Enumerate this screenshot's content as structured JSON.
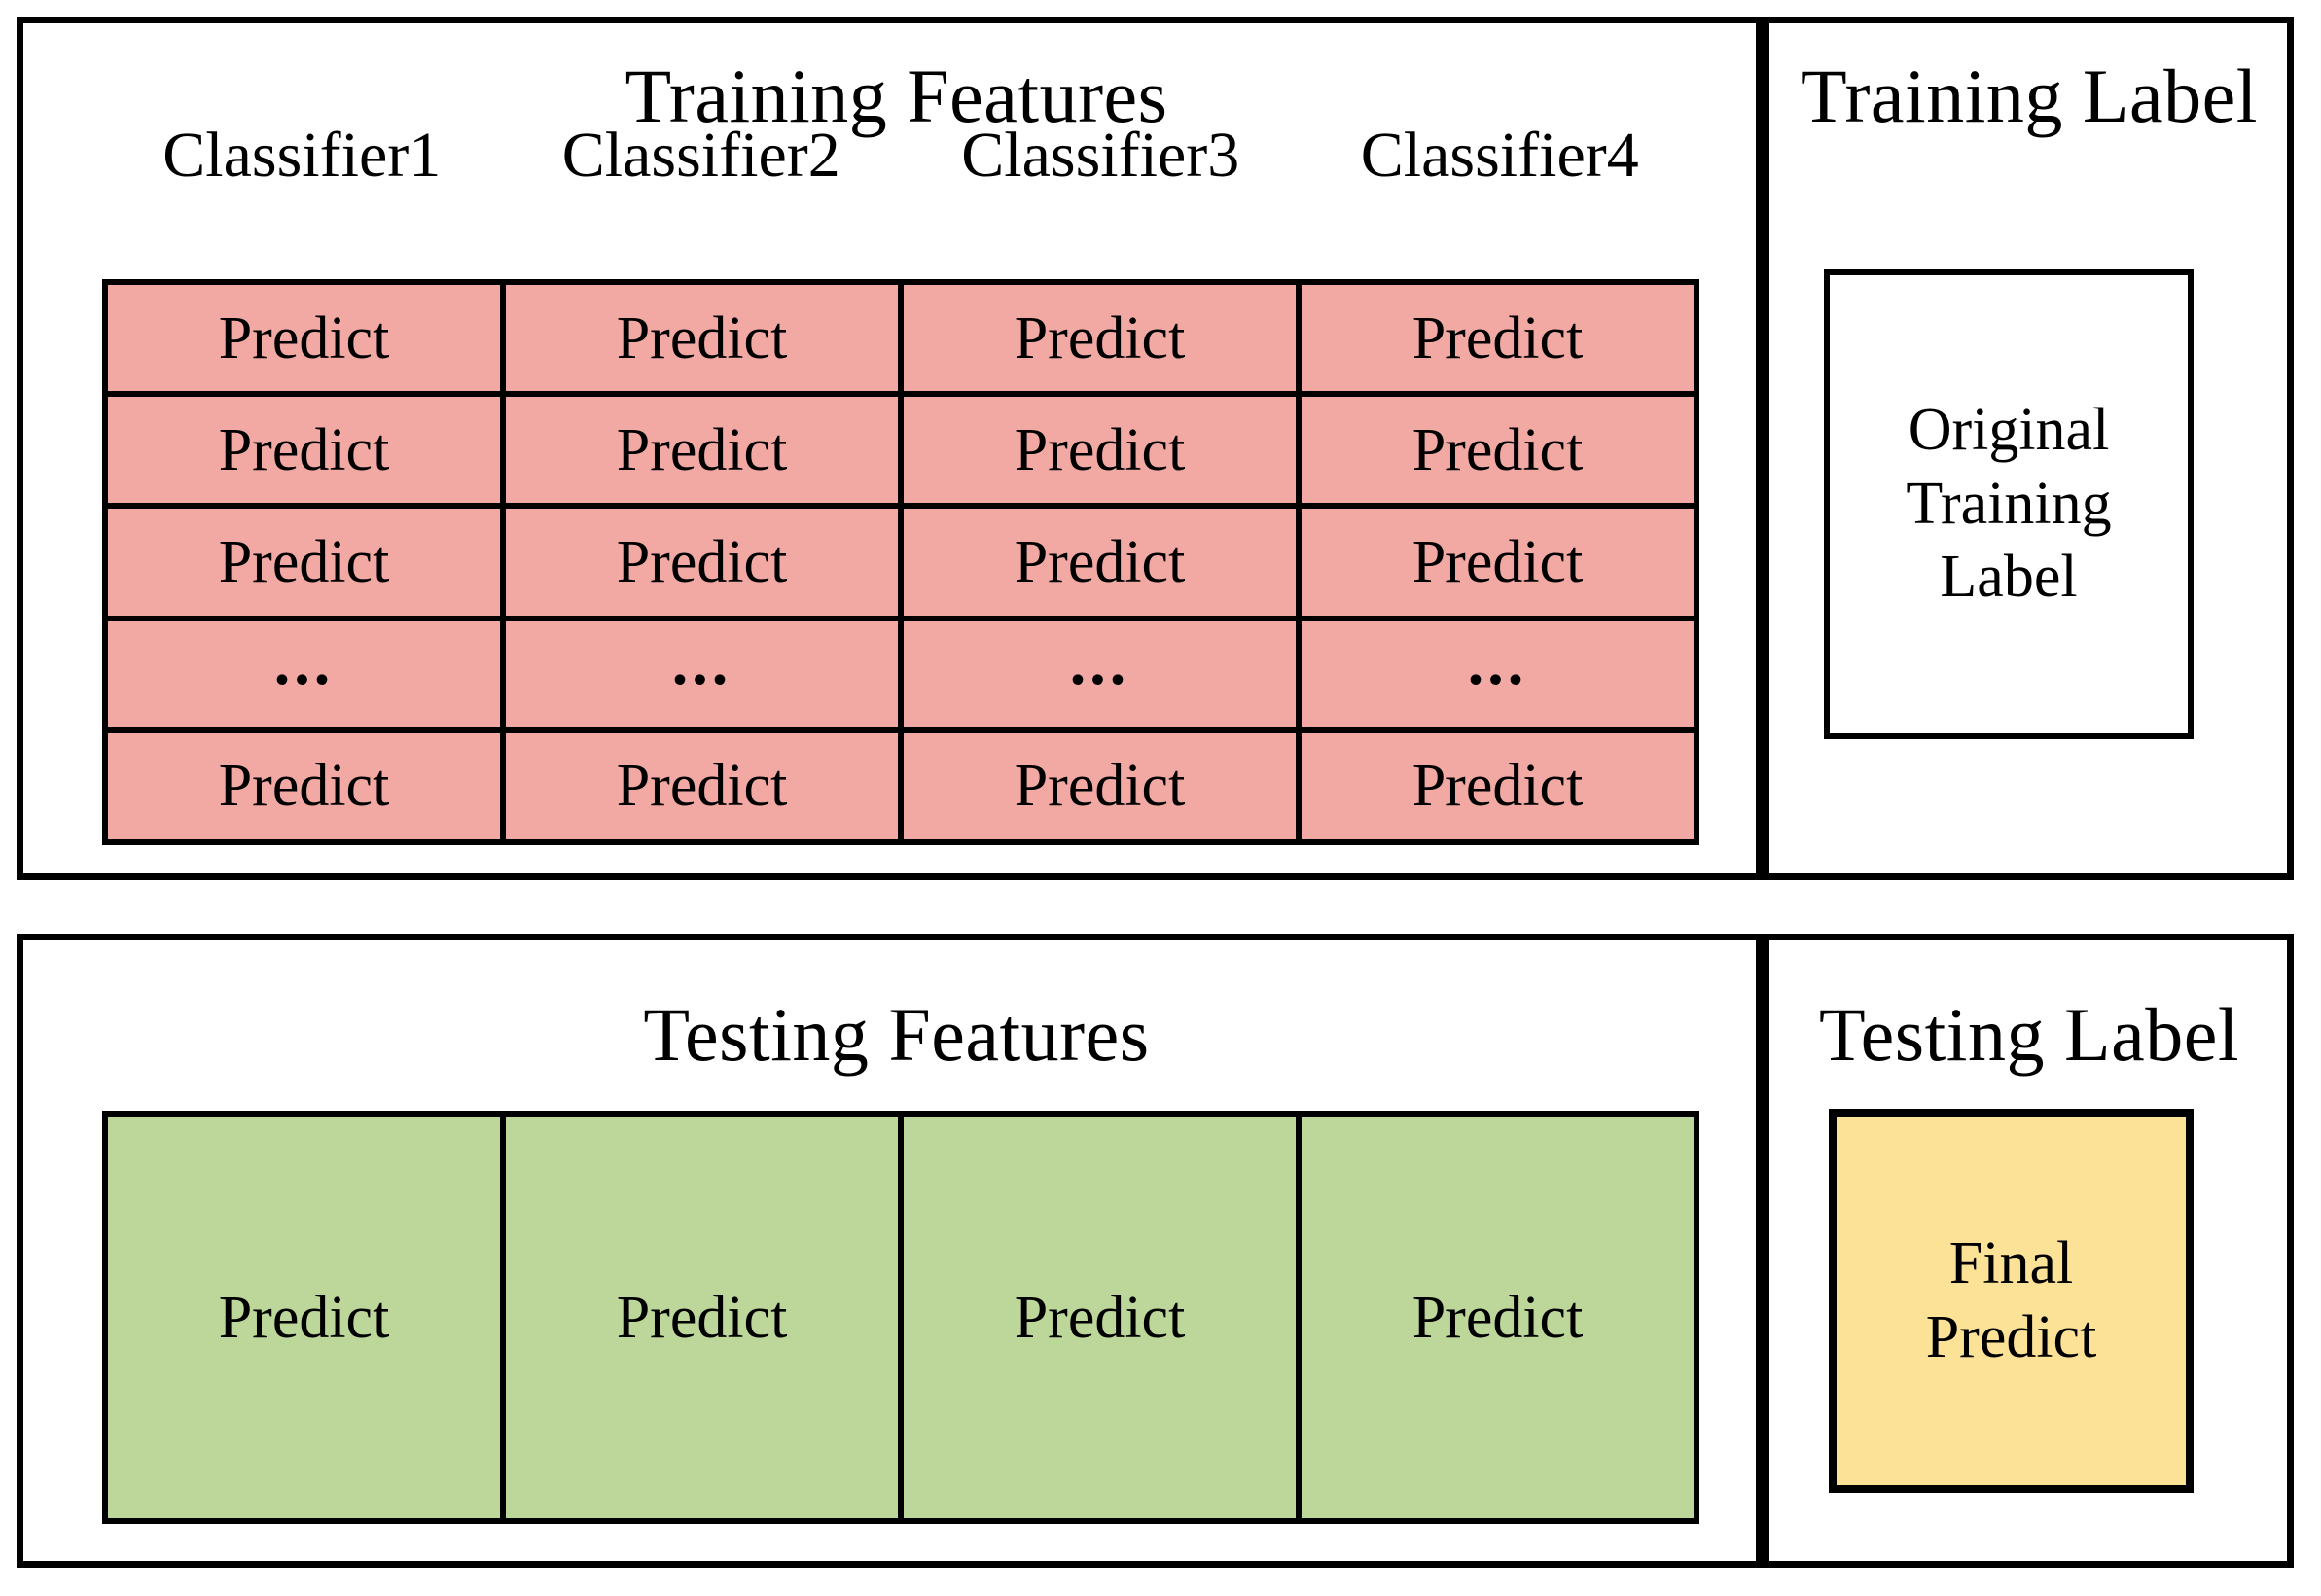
{
  "figure": {
    "kind": "stacking-ensemble-diagram",
    "colors": {
      "training_features_cell": "#F2A9A4",
      "testing_features_cell": "#BDD69A",
      "final_predict_cell": "#FCE296",
      "training_label_cell": "#FFFFFF",
      "border": "#000000",
      "background": "#FFFFFF"
    }
  },
  "training_features": {
    "title": "Training Features",
    "classifier_headers": [
      "Classifier1",
      "Classifier2",
      "Classifier3",
      "Classifier4"
    ],
    "ellipsis": "...",
    "cell_label": "Predict",
    "rows": [
      [
        "Predict",
        "Predict",
        "Predict",
        "Predict"
      ],
      [
        "Predict",
        "Predict",
        "Predict",
        "Predict"
      ],
      [
        "Predict",
        "Predict",
        "Predict",
        "Predict"
      ],
      [
        "...",
        "...",
        "...",
        "..."
      ],
      [
        "Predict",
        "Predict",
        "Predict",
        "Predict"
      ]
    ]
  },
  "training_label": {
    "title": "Training Label",
    "box_text": "Original\nTraining\nLabel",
    "box_lines": [
      "Original",
      "Training",
      "Label"
    ]
  },
  "testing_features": {
    "title": "Testing Features",
    "cells": [
      "Predict",
      "Predict",
      "Predict",
      "Predict"
    ]
  },
  "testing_label": {
    "title": "Testing Label",
    "box_lines": [
      "Final",
      "Predict"
    ]
  }
}
